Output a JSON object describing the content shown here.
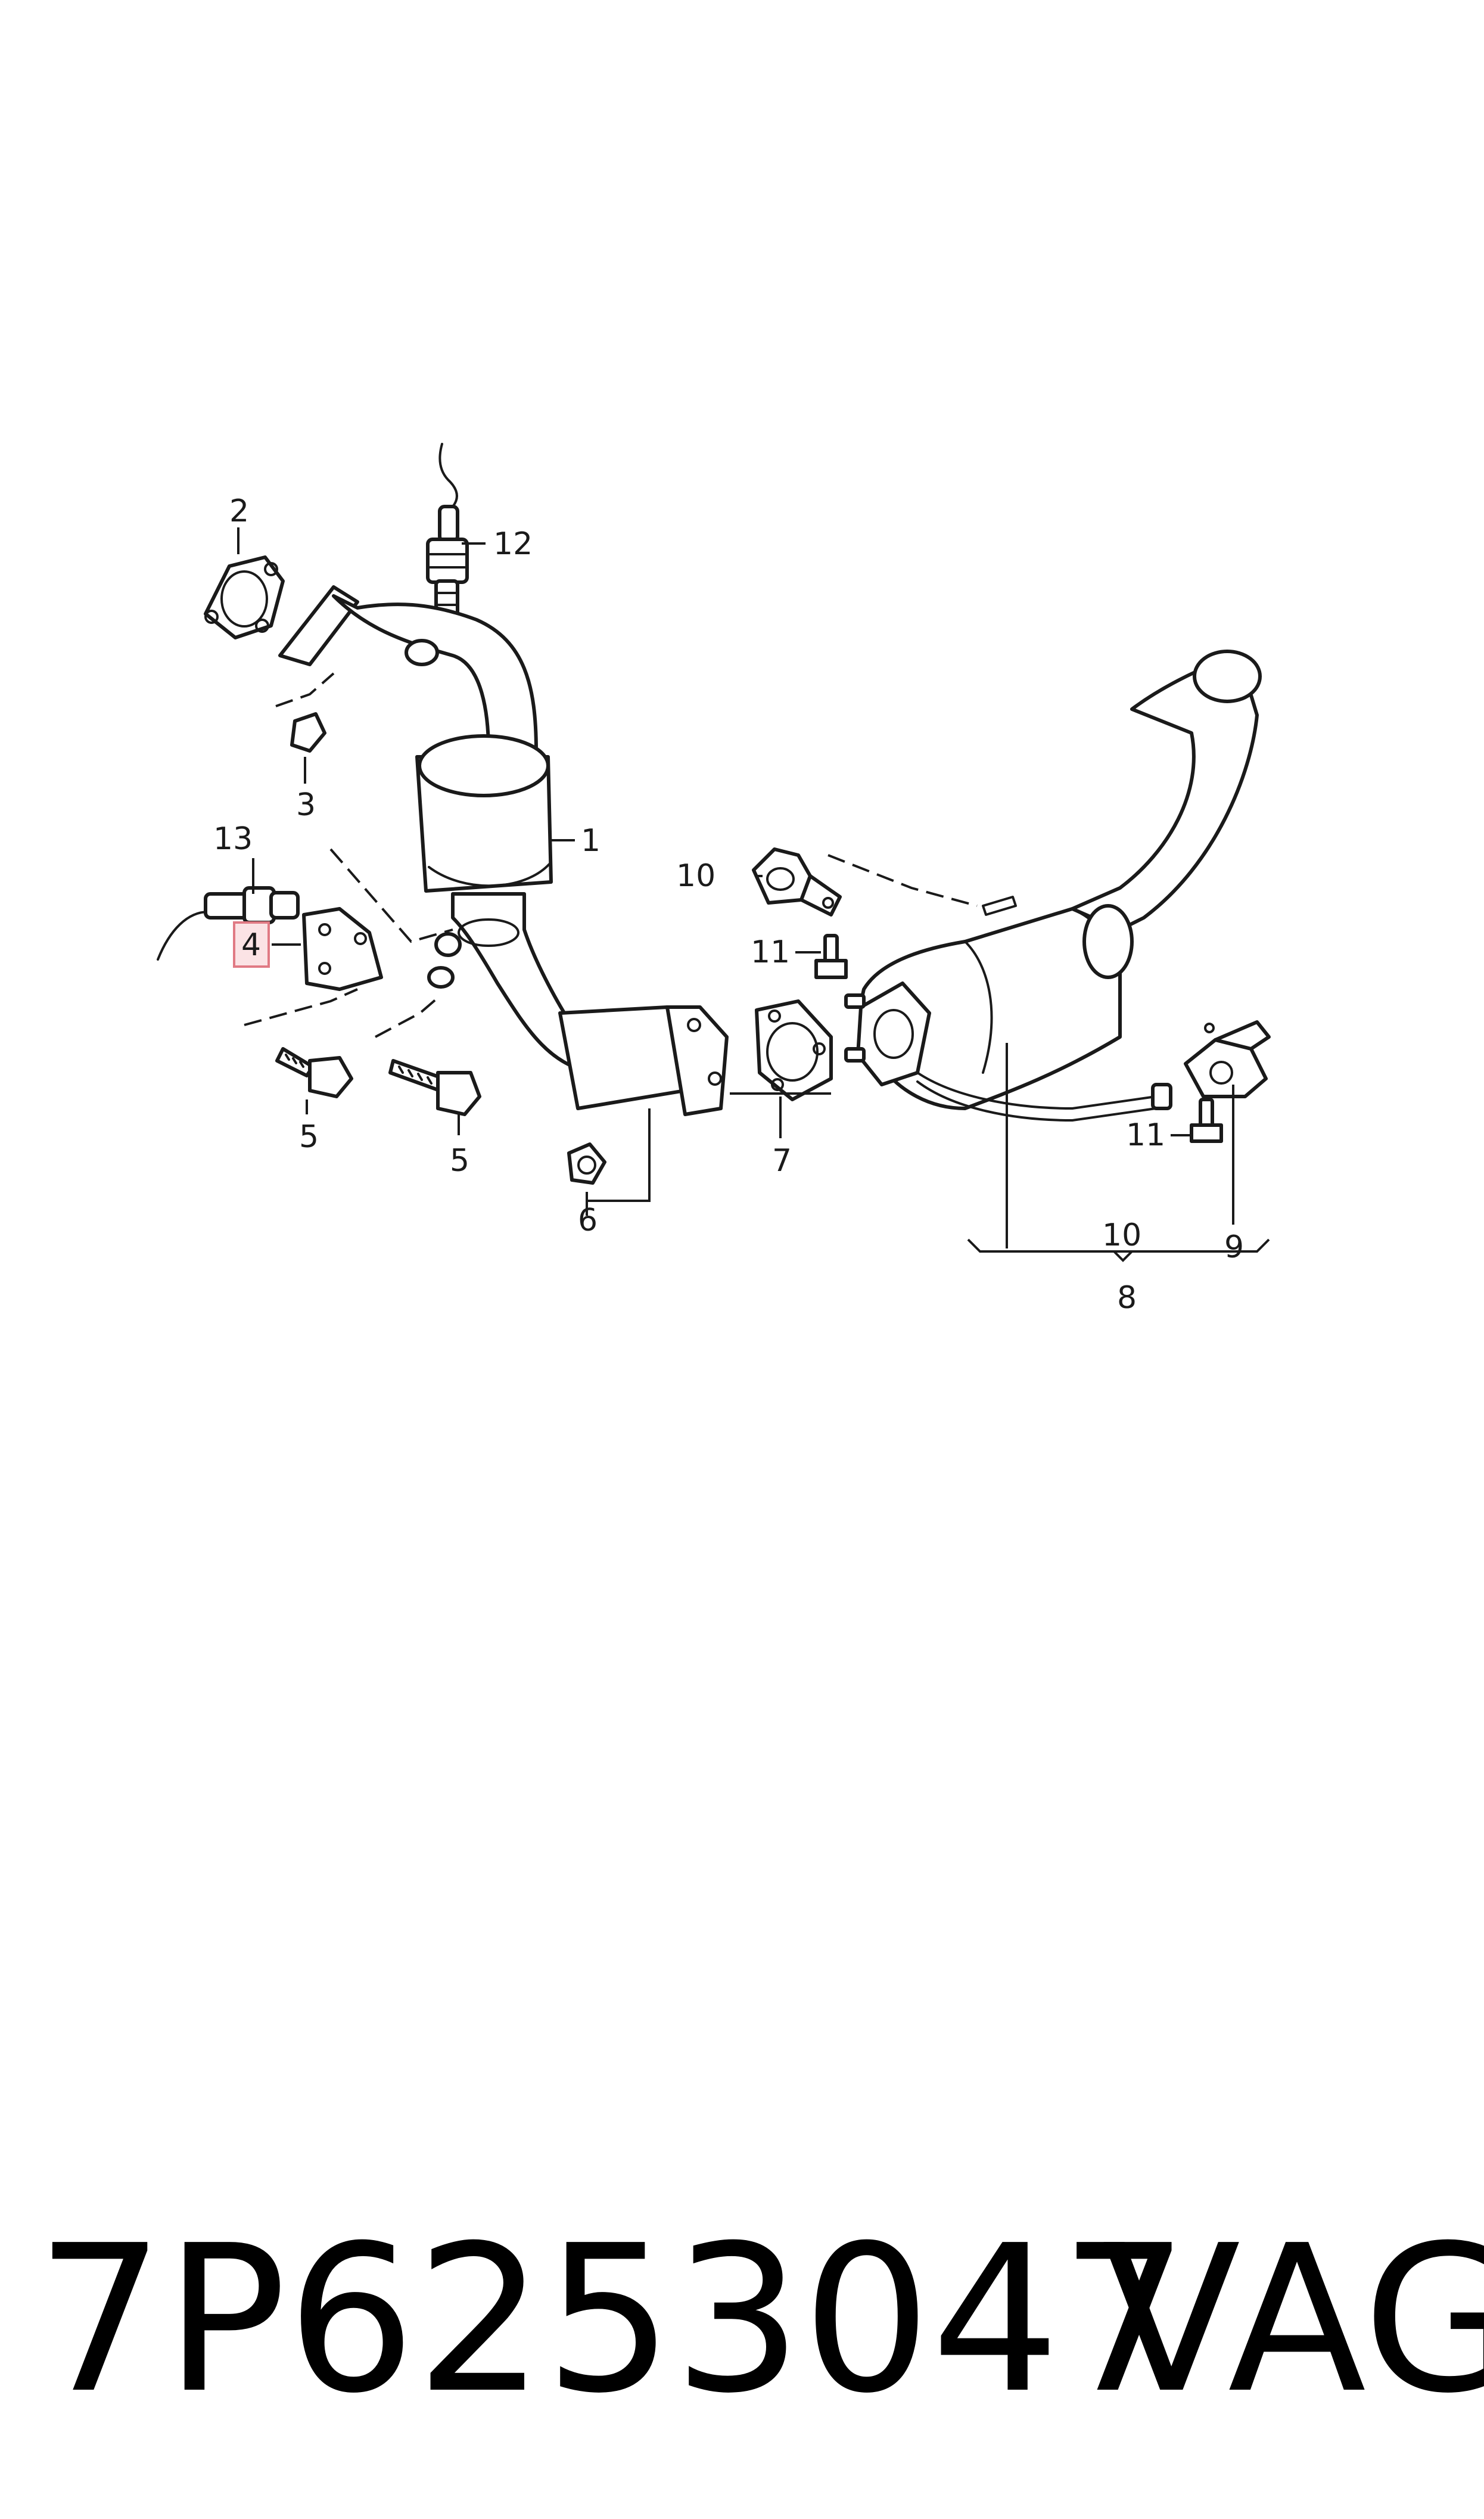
{
  "diagram": {
    "callouts": {
      "c1": "1",
      "c2": "2",
      "c3": "3",
      "c4": "4",
      "c5a": "5",
      "c5b": "5",
      "c6": "6",
      "c7": "7",
      "c8": "8",
      "c9": "9",
      "c10a": "10",
      "c10b": "10",
      "c11a": "11",
      "c11b": "11",
      "c12": "12",
      "c13": "13"
    },
    "highlighted_callout": "4",
    "highlight_color": "#fbe3e5"
  },
  "footer": {
    "part_number": "7P6253047",
    "brand": "VAG"
  }
}
